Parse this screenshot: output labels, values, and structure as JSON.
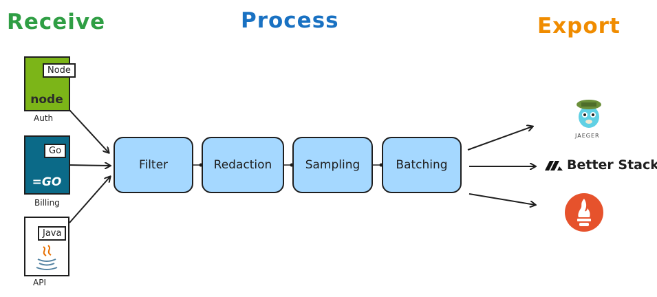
{
  "headings": {
    "receive": "Receive",
    "process": "Process",
    "export": "Export"
  },
  "colors": {
    "receive": "#2f9e44",
    "process": "#1971c2",
    "export": "#f08c00",
    "stage_fill": "#a5d8ff",
    "node": "#7cb518",
    "go": "#0b6a88",
    "java_cup": "#e76f00",
    "prometheus": "#e6522c",
    "jaeger": "#60d0e4"
  },
  "services": [
    {
      "lang": "Node",
      "name": "Auth",
      "icon": "nodejs-icon"
    },
    {
      "lang": "Go",
      "name": "Billing",
      "icon": "go-icon"
    },
    {
      "lang": "Java",
      "name": "API",
      "icon": "java-icon"
    }
  ],
  "icon_text": {
    "node": "node",
    "go": "=GO"
  },
  "stages": [
    {
      "label": "Filter"
    },
    {
      "label": "Redaction"
    },
    {
      "label": "Sampling"
    },
    {
      "label": "Batching"
    }
  ],
  "exporters": [
    {
      "name": "JAEGER",
      "icon": "jaeger-icon"
    },
    {
      "name": "Better Stack",
      "icon": "betterstack-icon"
    },
    {
      "name": "",
      "icon": "prometheus-icon"
    }
  ]
}
